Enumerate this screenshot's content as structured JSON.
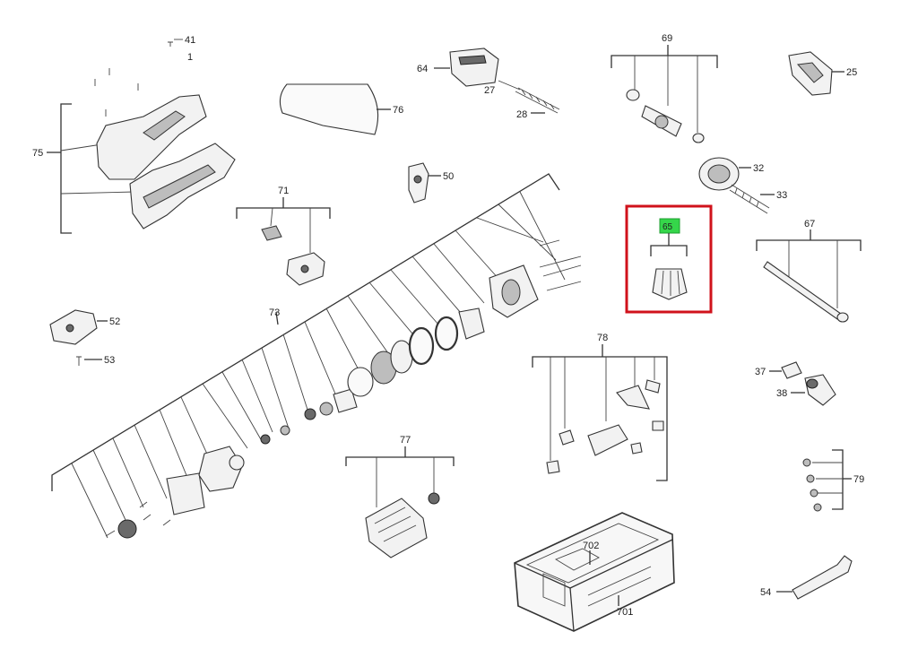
{
  "labels": {
    "p41": "41",
    "p1": "1",
    "p75": "75",
    "p76": "76",
    "p64": "64",
    "p27": "27",
    "p28": "28",
    "p69": "69",
    "p25": "25",
    "p32": "32",
    "p33": "33",
    "p50": "50",
    "p71": "71",
    "p65": "65",
    "p67": "67",
    "p52": "52",
    "p53": "53",
    "p73": "73",
    "p78": "78",
    "p37": "37",
    "p38": "38",
    "p77": "77",
    "p79": "79",
    "p702": "702",
    "p701": "701",
    "p54": "54"
  },
  "colors": {
    "highlight_box": "#d0121b",
    "highlight_label_bg": "#35d64a"
  }
}
